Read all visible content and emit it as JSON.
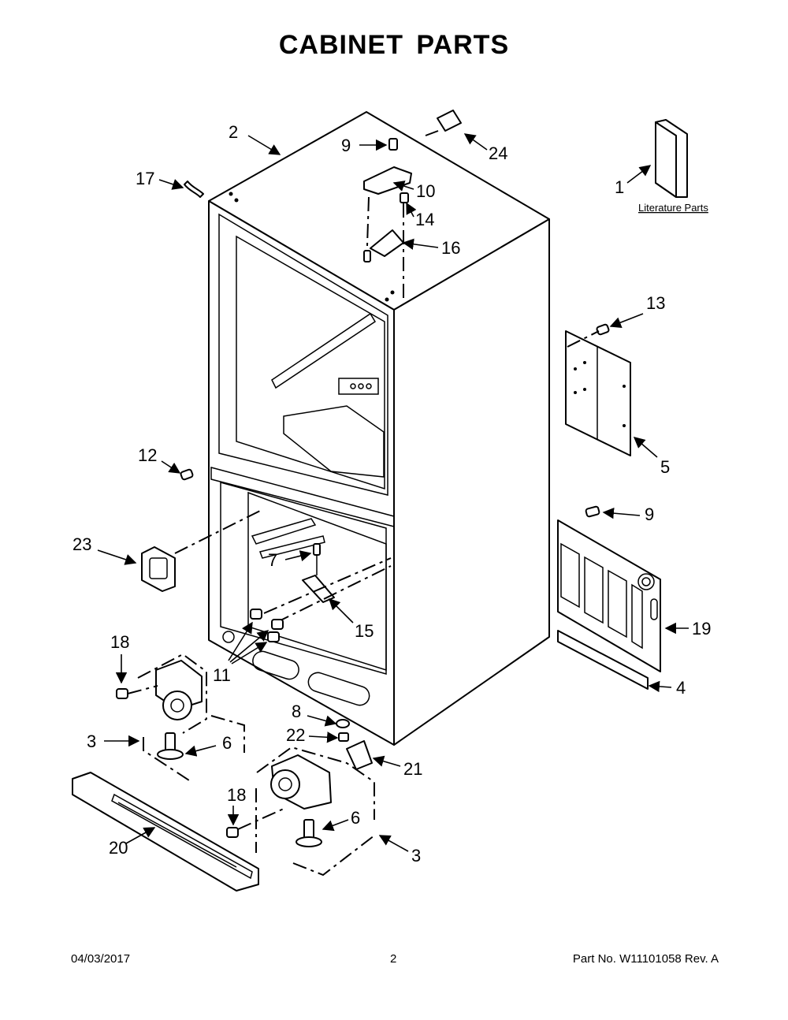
{
  "title": "CABINET PARTS",
  "literature_label": "Literature Parts",
  "callouts": [
    "1",
    "2",
    "3",
    "3",
    "4",
    "5",
    "6",
    "6",
    "7",
    "8",
    "9",
    "9",
    "10",
    "11",
    "12",
    "13",
    "14",
    "15",
    "16",
    "17",
    "18",
    "18",
    "19",
    "20",
    "21",
    "22",
    "23",
    "24"
  ],
  "footer": {
    "date": "04/03/2017",
    "page": "2",
    "part": "Part No.  W11101058  Rev.  A"
  }
}
